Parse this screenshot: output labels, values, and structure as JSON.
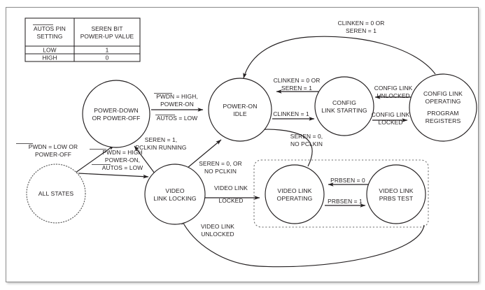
{
  "figure": {
    "type": "state-transition-diagram",
    "title_visible": false
  },
  "table": {
    "headers": [
      "AUTOS PIN SETTING",
      "SEREN BIT POWER-UP VALUE"
    ],
    "header_lines": [
      [
        "AUTOS PIN",
        "SETTING"
      ],
      [
        "SEREN BIT",
        "POWER-UP VALUE"
      ]
    ],
    "rows": [
      {
        "setting": "LOW",
        "value": "1"
      },
      {
        "setting": "HIGH",
        "value": "0"
      }
    ]
  },
  "nodes": [
    {
      "id": "all-states",
      "lines": [
        "ALL STATES"
      ],
      "style": "dotted"
    },
    {
      "id": "power-down",
      "lines": [
        "POWER-DOWN",
        "OR POWER-OFF"
      ],
      "style": "solid"
    },
    {
      "id": "power-on-idle",
      "lines": [
        "POWER-ON",
        "IDLE"
      ],
      "style": "solid"
    },
    {
      "id": "config-link-starting",
      "lines": [
        "CONFIG",
        "LINK STARTING"
      ],
      "style": "solid"
    },
    {
      "id": "config-link-operating",
      "lines": [
        "CONFIG LINK",
        "OPERATING",
        "PROGRAM",
        "REGISTERS"
      ],
      "style": "solid"
    },
    {
      "id": "video-link-locking",
      "lines": [
        "VIDEO",
        "LINK LOCKING"
      ],
      "style": "solid"
    },
    {
      "id": "video-link-operating",
      "lines": [
        "VIDEO LINK",
        "OPERATING"
      ],
      "style": "solid"
    },
    {
      "id": "video-link-prbs-test",
      "lines": [
        "VIDEO LINK",
        "PRBS TEST"
      ],
      "style": "solid"
    }
  ],
  "edge_labels": {
    "all_to_powerdown": [
      "PWDN = LOW OR",
      "POWER-OFF"
    ],
    "all_to_powerdown_ovl": [
      "PWDN"
    ],
    "all_to_videolock": [
      "PWDN = HIGH",
      "POWER-ON,",
      "AUTOS = LOW"
    ],
    "pd_to_poi_top": [
      "PWDN = HIGH,",
      "POWER-ON"
    ],
    "pd_to_poi_bottom": [
      "AUTOS = LOW"
    ],
    "videolock_to_pd": [
      "SEREN = 1,",
      "PCLKIN RUNNING"
    ],
    "videolock_to_poi": [
      "SEREN = 0, OR",
      "NO PCLKIN"
    ],
    "cls_to_poi": [
      "CLINKEN = 0 OR",
      "SEREN = 1"
    ],
    "poi_to_cls": [
      "CLINKEN = 1"
    ],
    "clo_to_cls": [
      "CONFIG LINK",
      "UNLOCKED"
    ],
    "cls_to_clo": [
      "CONFIG LINK",
      "LOCKED"
    ],
    "clo_to_poi_top": [
      "CLINKEN = 0 OR",
      "SEREN = 1"
    ],
    "vlock_to_vlop": [
      "VIDEO LINK",
      "LOCKED"
    ],
    "vlop_to_poi": [
      "SEREN = 0,",
      "NO PCLKIN"
    ],
    "vlop_to_vlock": [
      "VIDEO LINK",
      "UNLOCKED"
    ],
    "vlop_to_prbs": [
      "PRBSEN = 1"
    ],
    "prbs_to_vlop": [
      "PRBSEN = 0"
    ]
  },
  "colors": {
    "stroke": "#231f20",
    "frame": "#8b8b8b",
    "dashed": "#6d6d6d",
    "background": "#ffffff"
  }
}
